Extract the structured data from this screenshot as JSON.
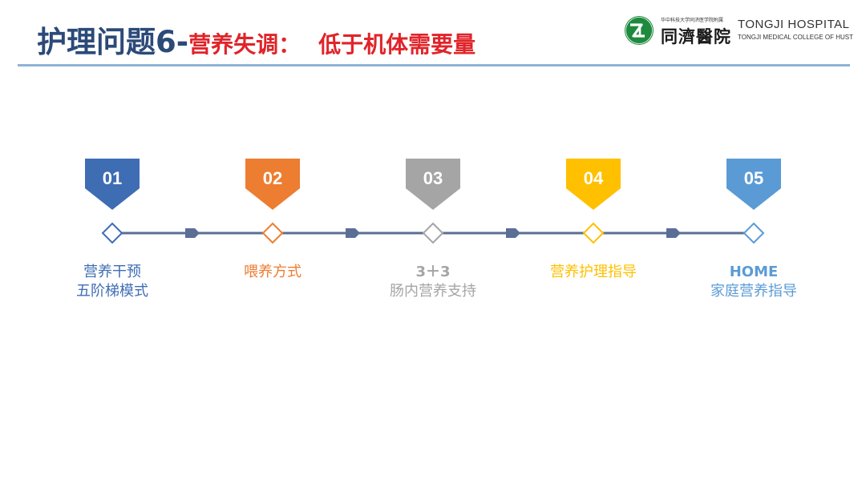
{
  "header": {
    "title_main": "护理问题6-",
    "title_sub": "营养失调：",
    "title_sub2": "低于机体需要量"
  },
  "logo": {
    "microtext": "华中科技大学同济医学院附属",
    "name_cn": "同濟醫院",
    "name_en": "TONGJI HOSPITAL",
    "subtitle_en": "TONGJI MEDICAL COLLEGE OF HUST",
    "color": "#1e8a3e"
  },
  "timeline": {
    "line_color": "#5a6f96",
    "steps": [
      {
        "num": "01",
        "color": "#3f6db4",
        "label_color": "#3f6db4",
        "line1": "营养干预",
        "line2": "五阶梯模式"
      },
      {
        "num": "02",
        "color": "#ed7d31",
        "label_color": "#ed7d31",
        "line1": "喂养方式",
        "line2": ""
      },
      {
        "num": "03",
        "color": "#a5a5a5",
        "label_color": "#a5a5a5",
        "line1": "3＋3",
        "line2": "肠内营养支持"
      },
      {
        "num": "04",
        "color": "#ffc000",
        "label_color": "#ffc000",
        "line1": "营养护理指导",
        "line2": ""
      },
      {
        "num": "05",
        "color": "#5b9bd5",
        "label_color": "#5b9bd5",
        "line1": "HOME",
        "line2": "家庭营养指导"
      }
    ]
  }
}
